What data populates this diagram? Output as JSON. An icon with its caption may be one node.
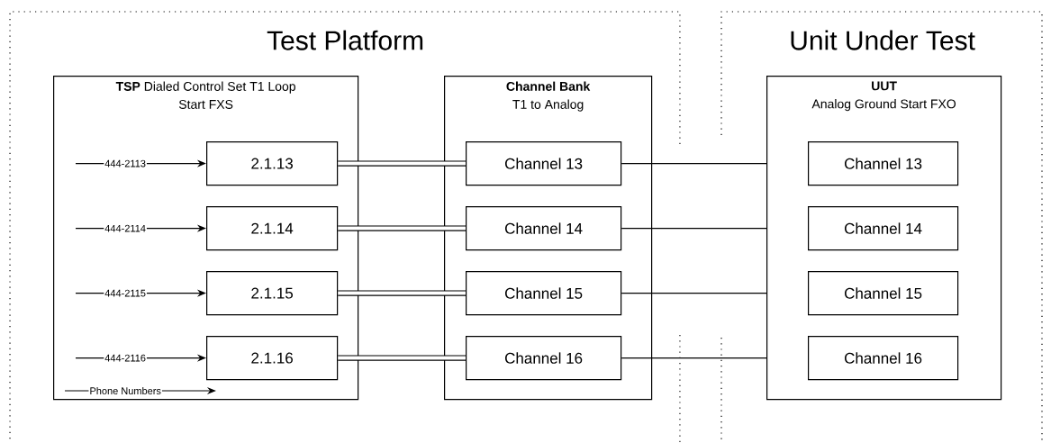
{
  "diagram": {
    "nodes": [
      {
        "text": [
          "Test Platform"
        ]
      },
      {
        "text": [
          "**TSP** Dialed Control Set T1 Loop Start FXS"
        ],
        "in": 0
      },
      {
        "text": [
          "2.1.13"
        ],
        "in": 1
      },
      {
        "text": [
          "2.1.14"
        ],
        "in": 1
      },
      {
        "text": [
          "2.1.15"
        ],
        "in": 1
      },
      {
        "text": [
          "2.1.16"
        ],
        "in": 1
      },
      {
        "text": [
          "Channel Bank",
          "T1 to Analog"
        ],
        "in": 0
      },
      {
        "text": [
          "Channel 13"
        ],
        "in": 6
      },
      {
        "text": [
          "Channel 14"
        ],
        "in": 6
      },
      {
        "text": [
          "Channel 15"
        ],
        "in": 6
      },
      {
        "text": [
          "Channel 16"
        ],
        "in": 6
      },
      {
        "text": [
          "Unit Under Test"
        ]
      },
      {
        "text": [
          "UUT",
          "Analog Ground Start FXO"
        ],
        "in": 11
      },
      {
        "text": [
          "Channel 13"
        ],
        "in": 12
      },
      {
        "text": [
          "Channel 14"
        ],
        "in": 12
      },
      {
        "text": [
          "Channel 15"
        ],
        "in": 12
      },
      {
        "text": [
          "Channel 16"
        ],
        "in": 12
      }
    ],
    "edges": [
      {
        "from": null,
        "to": 2,
        "arrow": "to",
        "label": "444-2113"
      },
      {
        "from": null,
        "to": 3,
        "arrow": "to",
        "label": "444-2114"
      },
      {
        "from": null,
        "to": 4,
        "arrow": "to",
        "label": "444-2115"
      },
      {
        "from": null,
        "to": 5,
        "arrow": "to",
        "label": "444-2116"
      },
      {
        "from": 2,
        "to": 7,
        "arrow": "none",
        "style": "thick"
      },
      {
        "from": 3,
        "to": 8,
        "arrow": "none",
        "style": "thick"
      },
      {
        "from": 4,
        "to": 9,
        "arrow": "none",
        "style": "thick"
      },
      {
        "from": 5,
        "to": 10,
        "arrow": "none",
        "style": "thick"
      },
      {
        "from": 7,
        "to": 12,
        "arrow": "none"
      },
      {
        "from": 8,
        "to": 12,
        "arrow": "none"
      },
      {
        "from": 9,
        "to": 12,
        "arrow": "none"
      },
      {
        "from": 10,
        "to": 12,
        "arrow": "none"
      }
    ],
    "legend": [
      {
        "text": "Phone Numbers"
      }
    ]
  }
}
